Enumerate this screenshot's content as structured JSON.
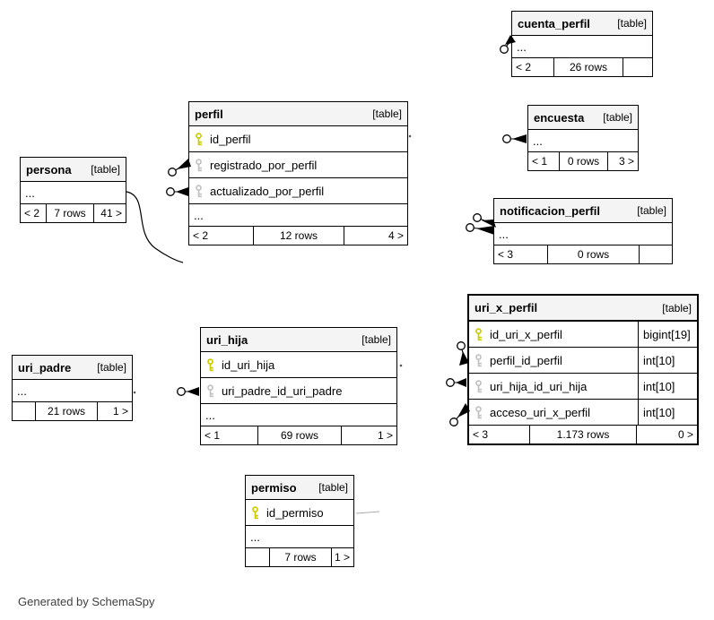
{
  "diagram_note": "Generated by SchemaSpy",
  "ellipsis_label": "...",
  "colors": {
    "primary_key_icon": "#cccc00",
    "foreign_key_icon": "#c2c2c2",
    "table_header_bg": "#f4f4f4",
    "border": "#000000",
    "background": "#ffffff"
  },
  "tables": [
    {
      "name": "cuenta_perfil",
      "badge": "[table]",
      "columns": [],
      "ellipsis": true,
      "footer": [
        "< 2",
        "26 rows",
        ""
      ]
    },
    {
      "name": "encuesta",
      "badge": "[table]",
      "columns": [],
      "ellipsis": true,
      "footer": [
        "< 1",
        "0 rows",
        "3 >"
      ]
    },
    {
      "name": "notificacion_perfil",
      "badge": "[table]",
      "columns": [],
      "ellipsis": true,
      "footer": [
        "< 3",
        "0 rows",
        ""
      ]
    },
    {
      "name": "perfil",
      "badge": "[table]",
      "columns": [
        {
          "name": "id_perfil",
          "key": "pk"
        },
        {
          "name": "registrado_por_perfil",
          "key": "fk"
        },
        {
          "name": "actualizado_por_perfil",
          "key": "fk"
        }
      ],
      "ellipsis": true,
      "footer": [
        "< 2",
        "12 rows",
        "4 >"
      ]
    },
    {
      "name": "persona",
      "badge": "[table]",
      "columns": [],
      "ellipsis": true,
      "footer": [
        "< 2",
        "7 rows",
        "41 >"
      ]
    },
    {
      "name": "uri_x_perfil",
      "badge": "[table]",
      "emphasized": true,
      "columns": [
        {
          "name": "id_uri_x_perfil",
          "key": "pk",
          "type": "bigint[19]"
        },
        {
          "name": "perfil_id_perfil",
          "key": "fk",
          "type": "int[10]"
        },
        {
          "name": "uri_hija_id_uri_hija",
          "key": "fk",
          "type": "int[10]"
        },
        {
          "name": "acceso_uri_x_perfil",
          "key": "fk",
          "type": "int[10]"
        }
      ],
      "ellipsis": false,
      "footer": [
        "< 3",
        "1.173 rows",
        "0 >"
      ]
    },
    {
      "name": "uri_padre",
      "badge": "[table]",
      "columns": [],
      "ellipsis": true,
      "footer": [
        "",
        "21 rows",
        "1 >"
      ]
    },
    {
      "name": "uri_hija",
      "badge": "[table]",
      "columns": [
        {
          "name": "id_uri_hija",
          "key": "pk"
        },
        {
          "name": "uri_padre_id_uri_padre",
          "key": "fk"
        }
      ],
      "ellipsis": true,
      "footer": [
        "< 1",
        "69 rows",
        "1 >"
      ]
    },
    {
      "name": "permiso",
      "badge": "[table]",
      "columns": [
        {
          "name": "id_permiso",
          "key": "pk"
        }
      ],
      "ellipsis": true,
      "footer": [
        "",
        "7 rows",
        "1 >"
      ]
    }
  ]
}
